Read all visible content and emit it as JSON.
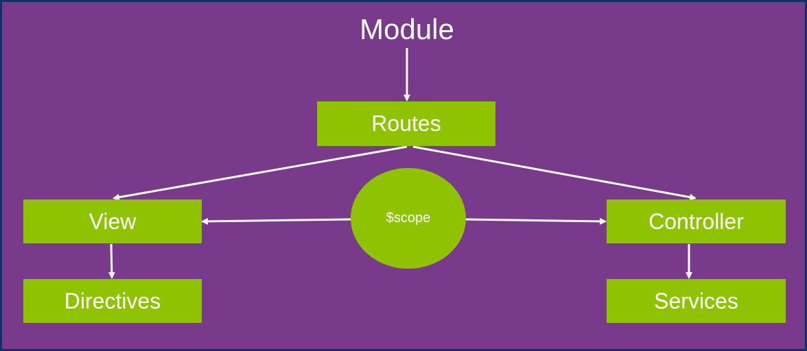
{
  "diagram": {
    "title": "Module",
    "nodes": {
      "routes": "Routes",
      "view": "View",
      "controller": "Controller",
      "directives": "Directives",
      "services": "Services",
      "scope": "$scope"
    },
    "edges": [
      {
        "from": "Module",
        "to": "Routes"
      },
      {
        "from": "Routes",
        "to": "View"
      },
      {
        "from": "Routes",
        "to": "Controller"
      },
      {
        "from": "$scope",
        "to": "View"
      },
      {
        "from": "$scope",
        "to": "Controller"
      },
      {
        "from": "View",
        "to": "Directives"
      },
      {
        "from": "Controller",
        "to": "Services"
      }
    ],
    "colors": {
      "background": "#7a3a8c",
      "border": "#10306a",
      "node": "#8fc200",
      "text": "#ffffff",
      "arrow": "#ffffff"
    }
  }
}
